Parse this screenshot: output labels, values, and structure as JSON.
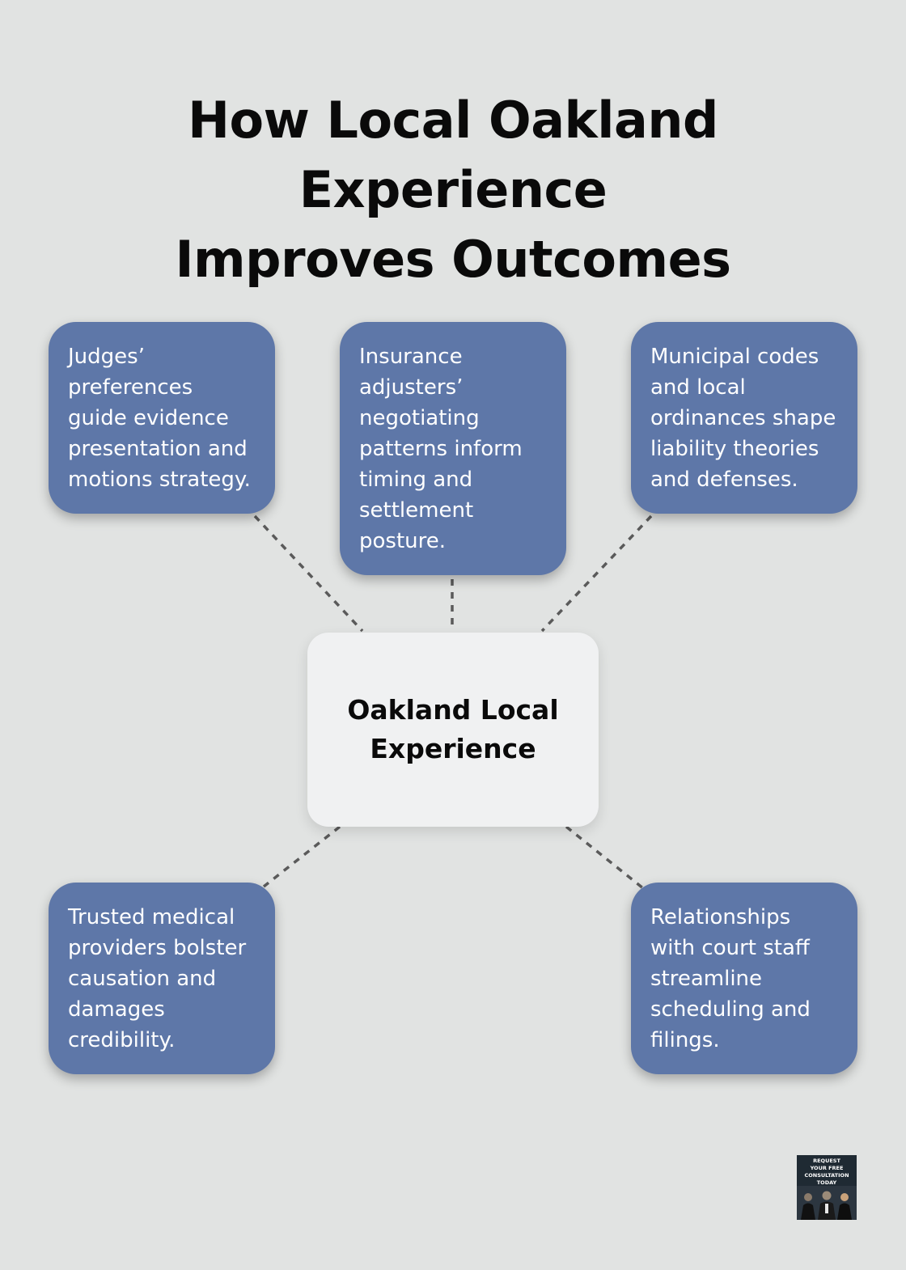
{
  "title": {
    "line1": "How Local Oakland Experience",
    "line2": "Improves Outcomes"
  },
  "center": {
    "label": "Oakland Local Experience"
  },
  "cards": {
    "judges": "Judges’ preferences guide evidence presentation and motions strategy.",
    "insurance": "Insurance adjusters’ negotiating patterns inform timing and settlement posture.",
    "municipal": "Municipal codes and local ordinances shape liability theories and defenses.",
    "medical": "Trusted medical providers bolster causation and damages credibility.",
    "court_staff": "Relationships with court staff streamline scheduling and filings."
  },
  "badge": {
    "text": "REQUEST\nYOUR FREE\nCONSULTATION\nTODAY"
  },
  "colors": {
    "background": "#e1e3e2",
    "card": "#5e77a8",
    "center": "#f0f1f2",
    "connector": "#5a5a5a"
  }
}
